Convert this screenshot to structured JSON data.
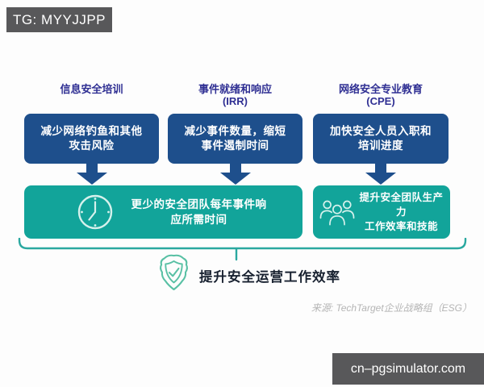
{
  "badges": {
    "top": "TG: MYYJJPP",
    "bottom": "cn–pgsimulator.com"
  },
  "columns": [
    {
      "header": [
        "信息安全培训",
        ""
      ],
      "driver": [
        "减少网络钓鱼和其他",
        "攻击风险"
      ]
    },
    {
      "header": [
        "事件就绪和响应",
        "(IRR)"
      ],
      "driver": [
        "减少事件数量，缩短",
        "事件遏制时间"
      ]
    },
    {
      "header": [
        "网络安全专业教育",
        "(CPE)"
      ],
      "driver": [
        "加快安全人员入职和",
        "培训进度"
      ]
    }
  ],
  "outcomes": {
    "left": {
      "icon": "clock-icon",
      "lines": [
        "更少的安全团队每年事件响",
        "应所需时间"
      ]
    },
    "right": {
      "icon": "team-icon",
      "lines": [
        "提升安全团队生产力",
        "工作效率和技能"
      ]
    }
  },
  "summary": {
    "text": "提升安全运营工作效率"
  },
  "source": "来源: TechTarget企业战略组（ESG）",
  "colors": {
    "navy": "#1e4f8c",
    "teal": "#12a49a",
    "brace_teal": "#2aa8a0",
    "shield_green": "#58c0a4",
    "header_text": "#2f2f93",
    "badge_gray": "#58585a",
    "source_gray": "#b5b5b5"
  }
}
